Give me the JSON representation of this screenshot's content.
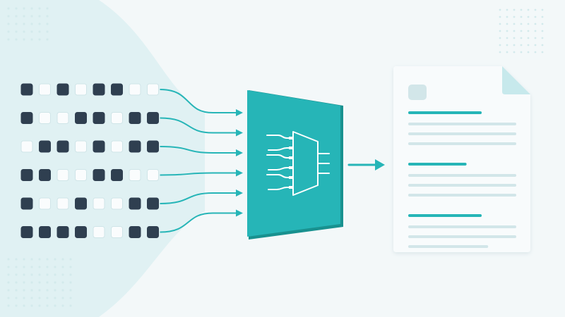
{
  "theme": {
    "background": "#f3f8f9",
    "blob": "#e0f1f3",
    "teal": "#26b5b7",
    "teal_dark": "#18918f",
    "teal_light": "#c7e9ec",
    "cell_dark": "#2f3f50",
    "cell_light": "#fafcfd",
    "cell_border": "#cfe5e8",
    "dots": "#d3eaec",
    "page": "#f8fbfc",
    "page_shadow": "#d8e4e8",
    "line_gray": "#d2e6e9",
    "icon_white": "#ffffff"
  },
  "input_rows": [
    [
      1,
      0,
      1,
      0,
      1,
      1,
      0,
      0
    ],
    [
      1,
      0,
      0,
      1,
      1,
      0,
      1,
      1
    ],
    [
      0,
      1,
      1,
      0,
      1,
      0,
      1,
      1
    ],
    [
      1,
      1,
      0,
      0,
      1,
      1,
      0,
      0
    ],
    [
      1,
      0,
      0,
      1,
      0,
      0,
      1,
      1
    ],
    [
      1,
      1,
      1,
      1,
      0,
      0,
      1,
      1
    ]
  ],
  "processor": {
    "icon": "circuit-multiplexer-icon"
  },
  "output_arrow": {
    "icon": "arrow-right-icon"
  },
  "document": {
    "icon": "document-icon",
    "sections": [
      {
        "heading_fraction": 0.68,
        "lines": [
          1.0,
          1.0,
          1.0
        ]
      },
      {
        "heading_fraction": 0.54,
        "lines": [
          1.0,
          1.0,
          1.0
        ]
      },
      {
        "heading_fraction": 0.68,
        "lines": [
          1.0,
          1.0,
          0.74
        ]
      }
    ]
  }
}
